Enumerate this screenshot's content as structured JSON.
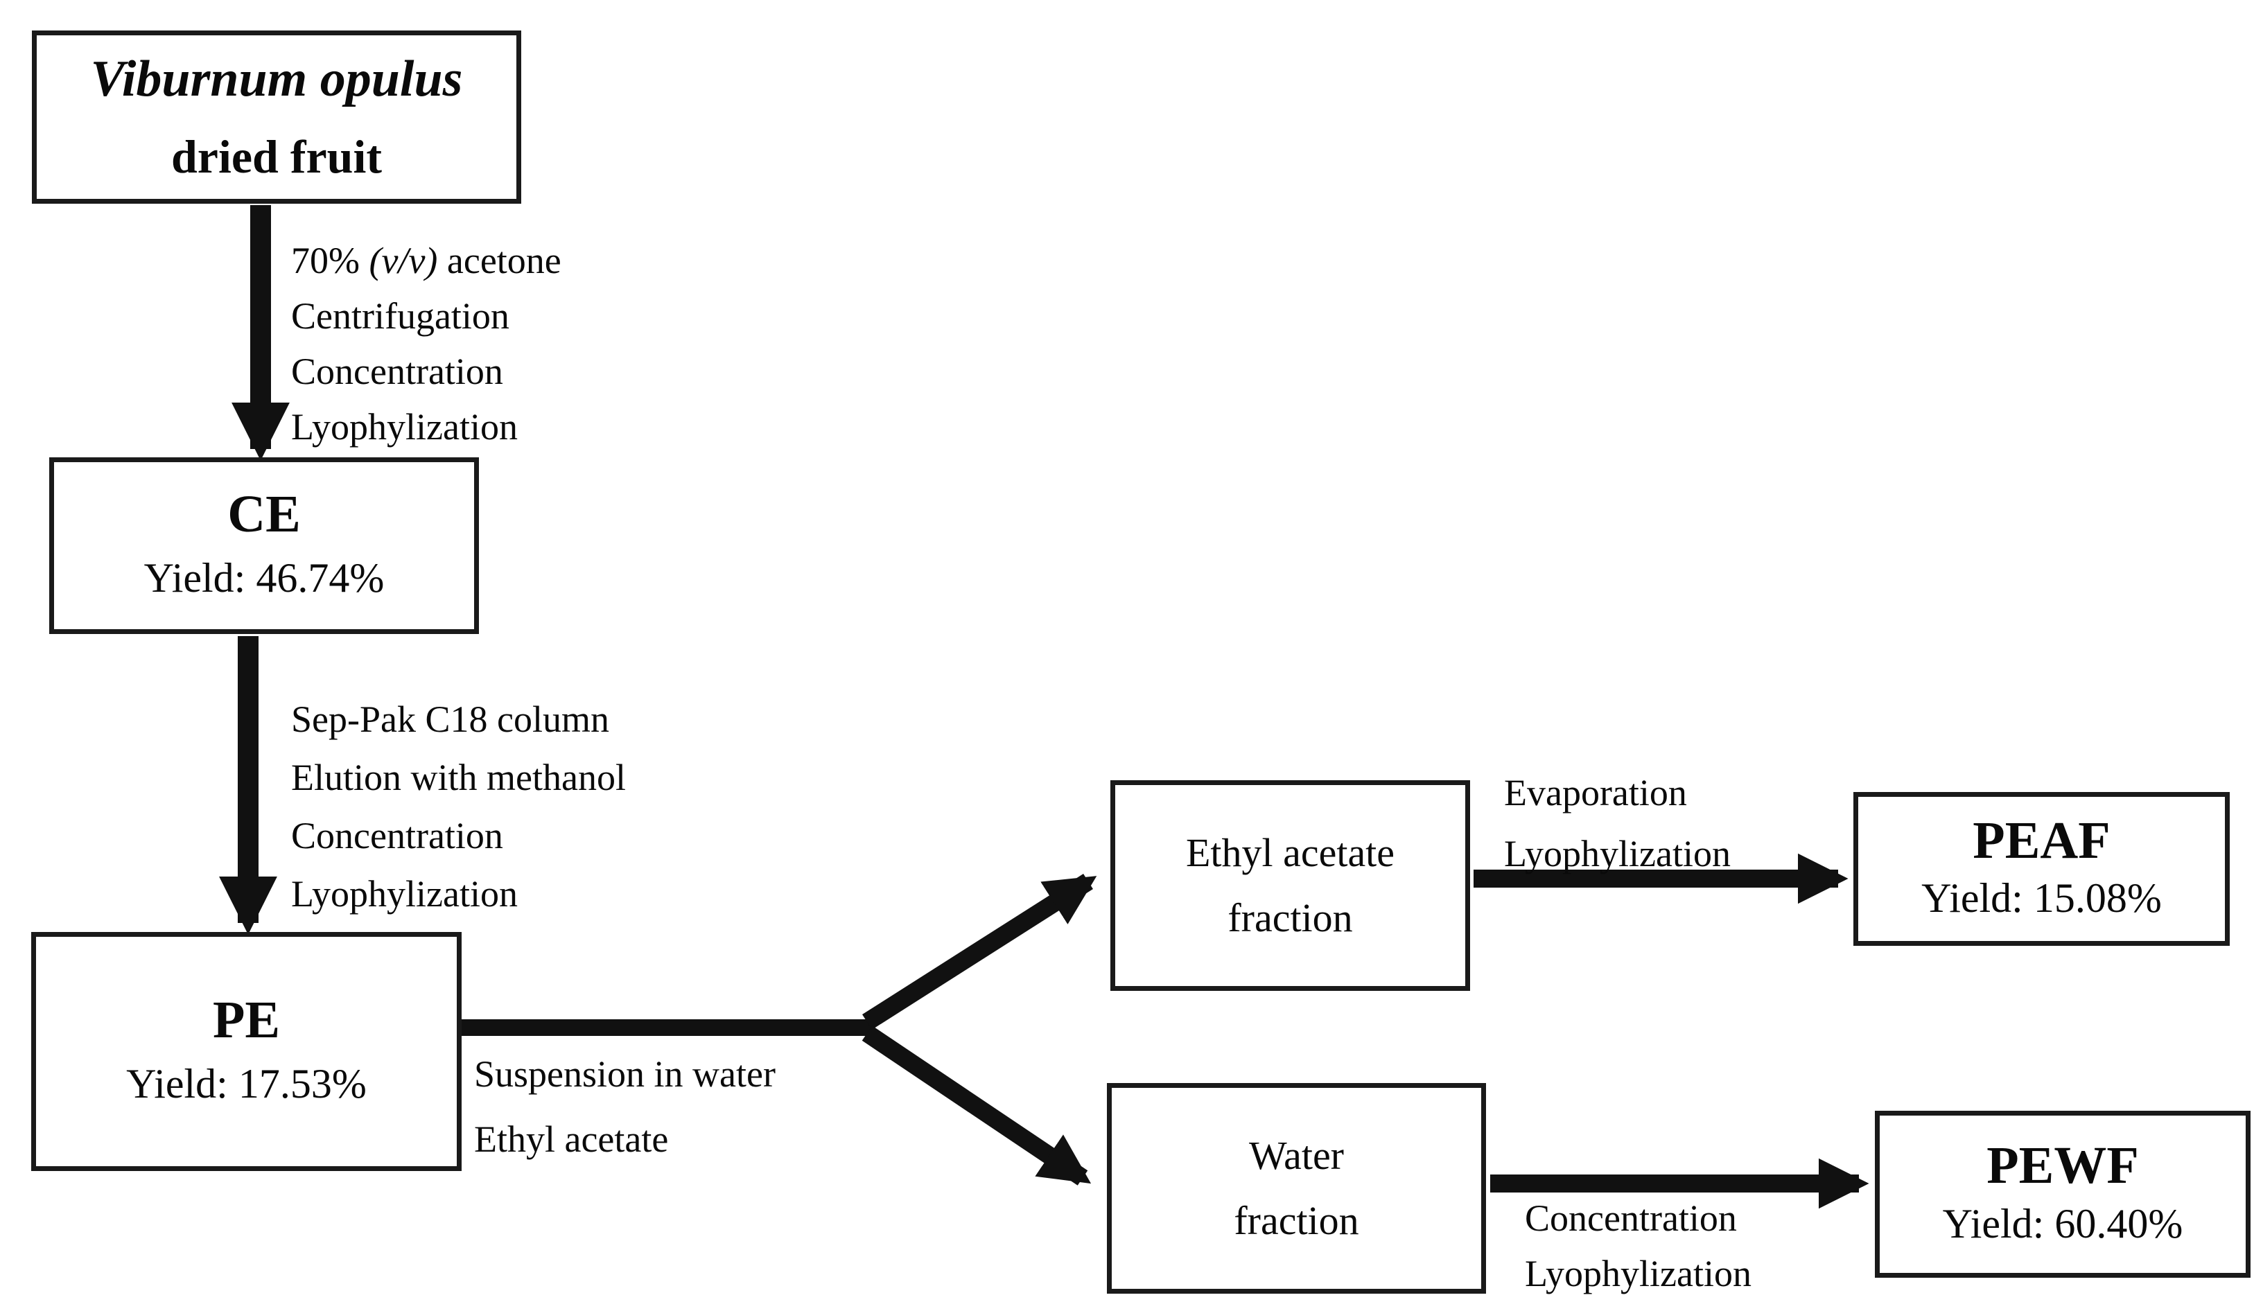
{
  "palette": {
    "background": "#ffffff",
    "ink": "#0a0a0a",
    "line": "#111111"
  },
  "nodes": {
    "source": {
      "species": "Viburnum opulus",
      "material": "dried fruit"
    },
    "ce": {
      "code": "CE",
      "yield": "Yield: 46.74%"
    },
    "pe": {
      "code": "PE",
      "yield": "Yield: 17.53%"
    },
    "ethyl_acetate_fraction": {
      "line1": "Ethyl acetate",
      "line2": "fraction"
    },
    "water_fraction": {
      "line1": "Water",
      "line2": "fraction"
    },
    "peaf": {
      "code": "PEAF",
      "yield": "Yield: 15.08%"
    },
    "pewf": {
      "code": "PEWF",
      "yield": "Yield: 60.40%"
    }
  },
  "process_labels": {
    "extraction": {
      "line1_prefix": "70% ",
      "line1_italic": "(v/v)",
      "line1_suffix": " acetone",
      "line2": "Centrifugation",
      "line3": "Concentration",
      "line4": "Lyophylization"
    },
    "sep_pak": {
      "line1": "Sep-Pak C18 column",
      "line2": "Elution with methanol",
      "line3": "Concentration",
      "line4": "Lyophylization"
    },
    "partition": {
      "line1": "Suspension in water",
      "line2": "Ethyl acetate"
    },
    "evaporation": {
      "line1": "Evaporation",
      "line2": "Lyophylization"
    },
    "concentration": {
      "line1": "Concentration",
      "line2": "Lyophylization"
    }
  }
}
